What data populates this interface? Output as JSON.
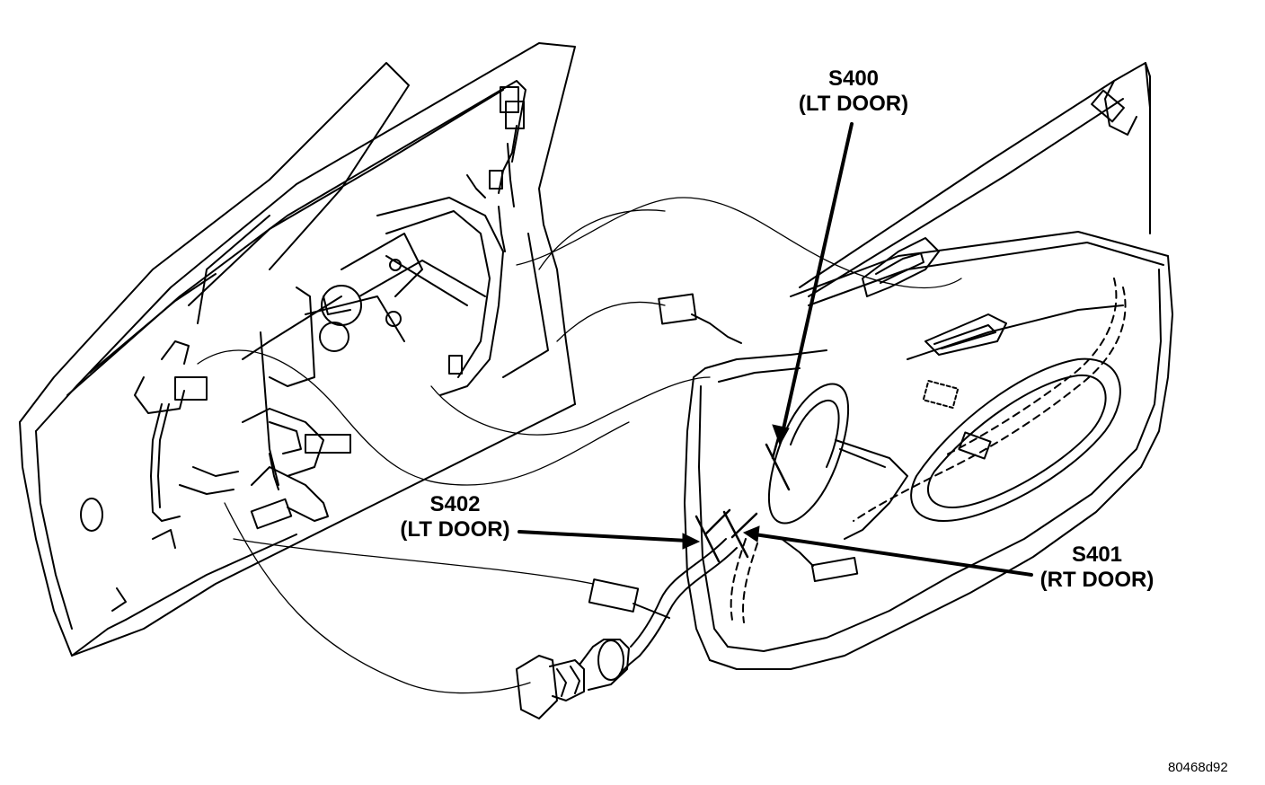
{
  "callouts": {
    "s400": {
      "code": "S400",
      "location": "(LT DOOR)"
    },
    "s402": {
      "code": "S402",
      "location": "(LT DOOR)"
    },
    "s401": {
      "code": "S401",
      "location": "(RT DOOR)"
    }
  },
  "figure_id": "80468d92",
  "colors": {
    "ink": "#000000",
    "paper": "#ffffff"
  }
}
